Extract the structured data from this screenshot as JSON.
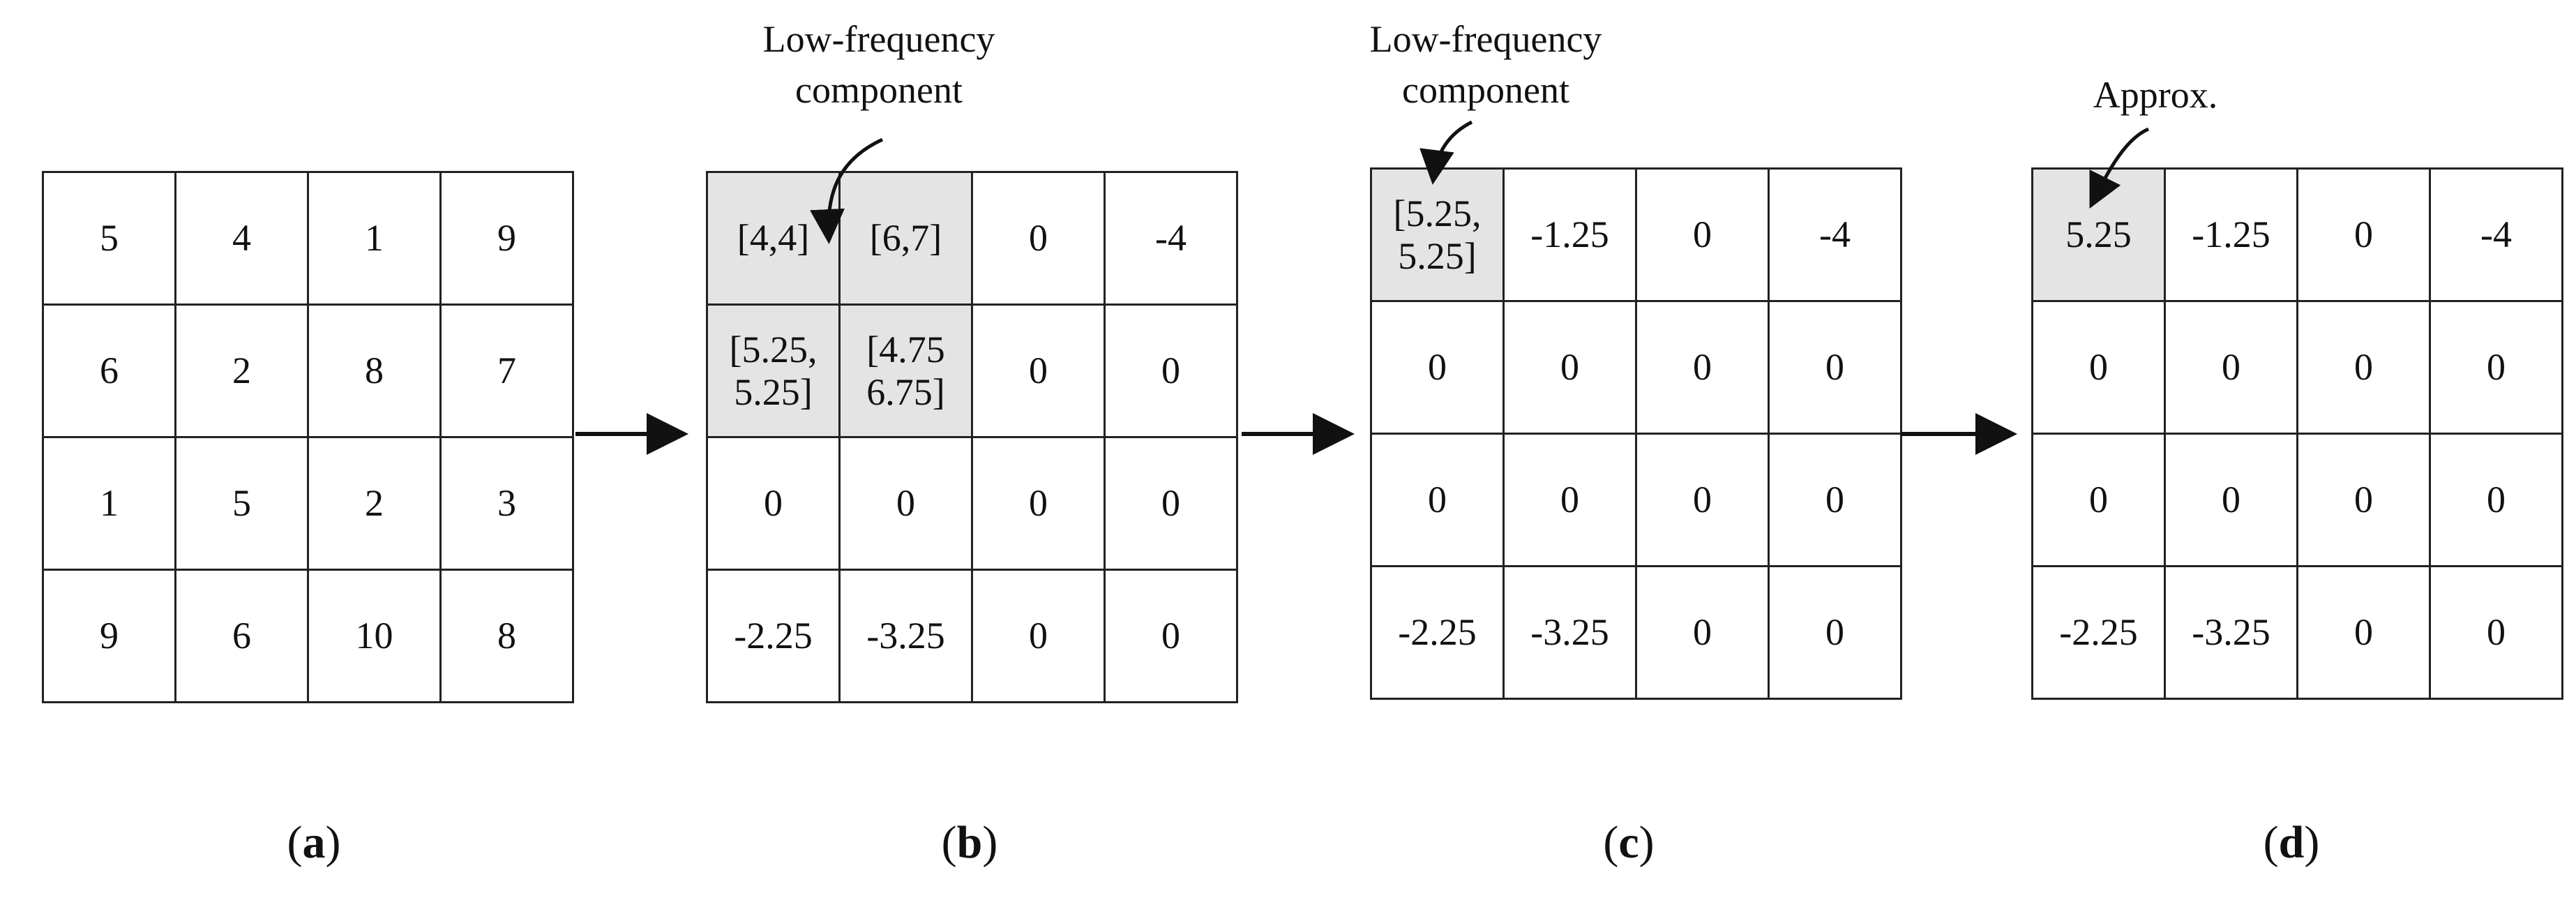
{
  "panels": [
    {
      "id": "a",
      "label_open": "(",
      "label_letter": "a",
      "label_close": ")",
      "cells": [
        [
          "5",
          "4",
          "1",
          "9"
        ],
        [
          "6",
          "2",
          "8",
          "7"
        ],
        [
          "1",
          "5",
          "2",
          "3"
        ],
        [
          "9",
          "6",
          "10",
          "8"
        ]
      ],
      "highlight": []
    },
    {
      "id": "b",
      "label_open": "(",
      "label_letter": "b",
      "label_close": ")",
      "callout": "Low-frequency\ncomponent",
      "cells": [
        [
          "[4,4]",
          "[6,7]",
          "0",
          "-4"
        ],
        [
          "[5.25,\n5.25]",
          "[4.75\n6.75]",
          "0",
          "0"
        ],
        [
          "0",
          "0",
          "0",
          "0"
        ],
        [
          "-2.25",
          "-3.25",
          "0",
          "0"
        ]
      ],
      "highlight": [
        [
          0,
          0
        ],
        [
          0,
          1
        ],
        [
          1,
          0
        ],
        [
          1,
          1
        ]
      ]
    },
    {
      "id": "c",
      "label_open": "(",
      "label_letter": "c",
      "label_close": ")",
      "callout": "Low-frequency\ncomponent",
      "cells": [
        [
          "[5.25,\n5.25]",
          "-1.25",
          "0",
          "-4"
        ],
        [
          "0",
          "0",
          "0",
          "0"
        ],
        [
          "0",
          "0",
          "0",
          "0"
        ],
        [
          "-2.25",
          "-3.25",
          "0",
          "0"
        ]
      ],
      "highlight": [
        [
          0,
          0
        ]
      ]
    },
    {
      "id": "d",
      "label_open": "(",
      "label_letter": "d",
      "label_close": ")",
      "callout": "Approx.",
      "cells": [
        [
          "5.25",
          "-1.25",
          "0",
          "-4"
        ],
        [
          "0",
          "0",
          "0",
          "0"
        ],
        [
          "0",
          "0",
          "0",
          "0"
        ],
        [
          "-2.25",
          "-3.25",
          "0",
          "0"
        ]
      ],
      "highlight": [
        [
          0,
          0
        ]
      ]
    }
  ]
}
